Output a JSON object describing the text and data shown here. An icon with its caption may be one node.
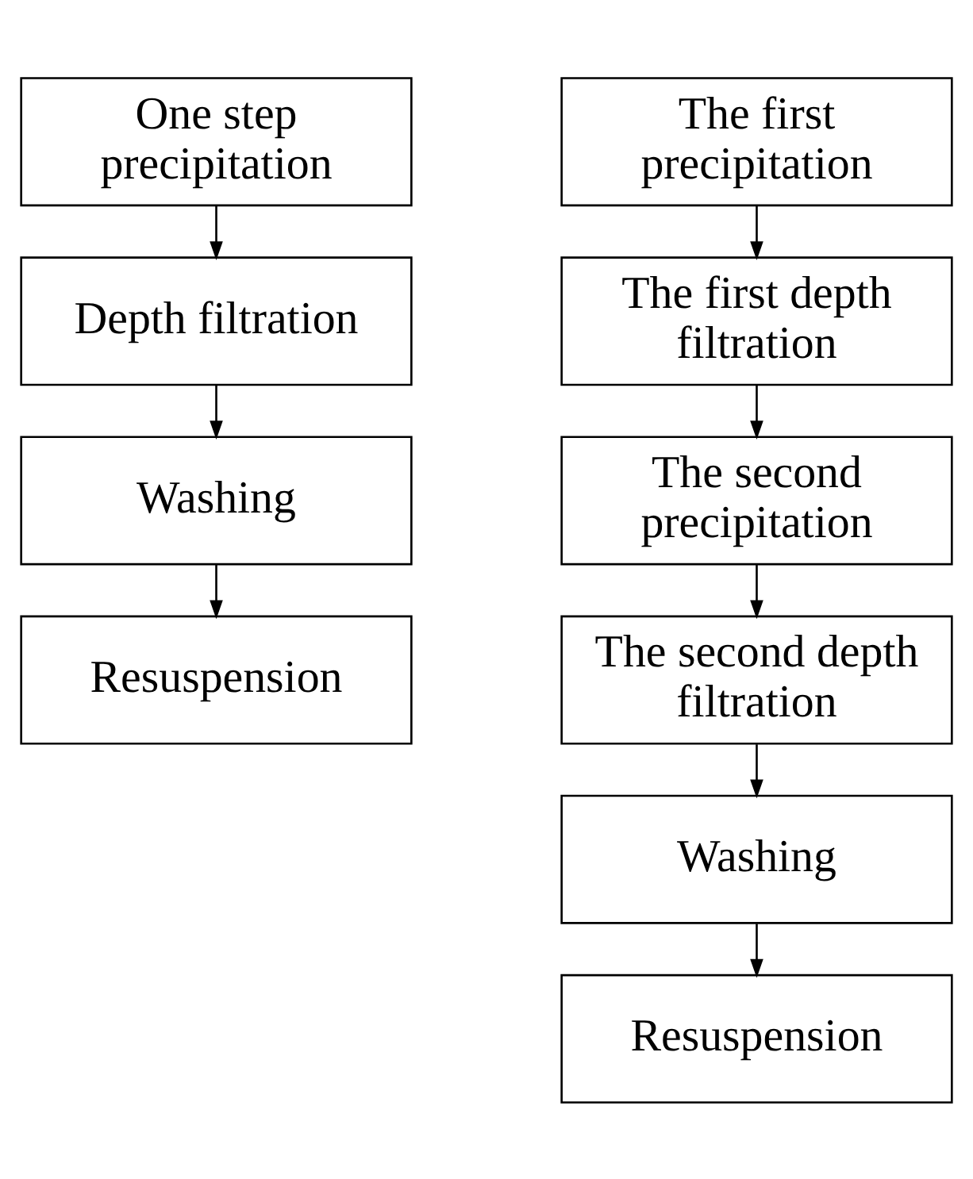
{
  "diagram": {
    "nodes": [
      {
        "text": [
          "One step precipitation"
        ]
      },
      {
        "text": [
          "Depth filtration"
        ]
      },
      {
        "text": [
          "Washing"
        ]
      },
      {
        "text": [
          "Resuspension"
        ]
      },
      {
        "text": [
          "The first precipitation"
        ]
      },
      {
        "text": [
          "The first depth filtration"
        ]
      },
      {
        "text": [
          "The second precipitation"
        ]
      },
      {
        "text": [
          "The second depth filtration"
        ]
      },
      {
        "text": [
          "Washing"
        ]
      },
      {
        "text": [
          "Resuspension"
        ]
      }
    ],
    "edges": [
      {
        "from": 0,
        "to": 1,
        "arrow": "to"
      },
      {
        "from": 1,
        "to": 2,
        "arrow": "to"
      },
      {
        "from": 2,
        "to": 3,
        "arrow": "to"
      },
      {
        "from": 4,
        "to": 5,
        "arrow": "to"
      },
      {
        "from": 5,
        "to": 6,
        "arrow": "to"
      },
      {
        "from": 6,
        "to": 7,
        "arrow": "to"
      },
      {
        "from": 7,
        "to": 8,
        "arrow": "to"
      },
      {
        "from": 8,
        "to": 9,
        "arrow": "to"
      }
    ]
  }
}
